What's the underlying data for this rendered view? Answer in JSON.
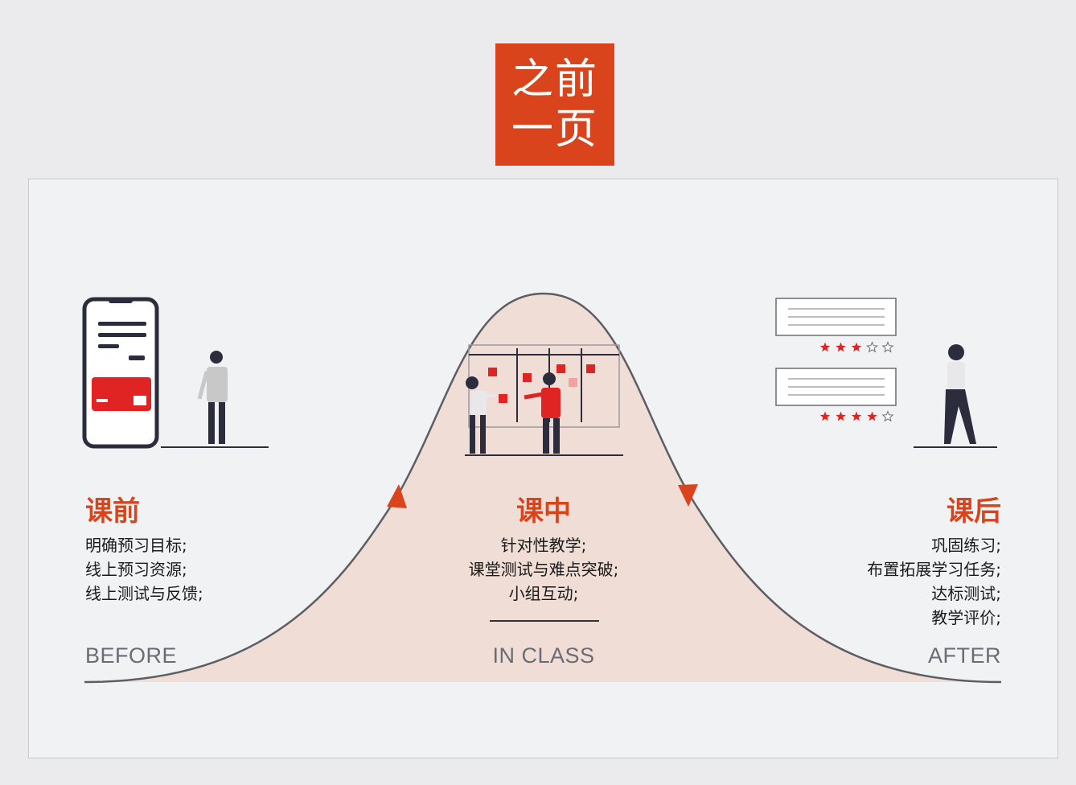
{
  "badge": {
    "line1": "之前",
    "line2": "一页"
  },
  "phases": {
    "before": {
      "title": "课前",
      "items": [
        "明确预习目标;",
        "线上预习资源;",
        "线上测试与反馈;"
      ],
      "label": "BEFORE"
    },
    "during": {
      "title": "课中",
      "items": [
        "针对性教学;",
        "课堂测试与难点突破;",
        "小组互动;"
      ],
      "label": "IN CLASS"
    },
    "after": {
      "title": "课后",
      "items": [
        "巩固练习;",
        "布置拓展学习任务;",
        "达标测试;",
        "教学评价;"
      ],
      "label": "AFTER"
    }
  },
  "ratings": [
    3,
    4
  ],
  "colors": {
    "accent": "#d9441c",
    "curve": "#5d5d64",
    "fill": "#f0ded6",
    "red": "#e02424"
  },
  "icons": [
    "phone-icon",
    "person-icon",
    "board-icon",
    "review-card-icon",
    "star-icon"
  ]
}
